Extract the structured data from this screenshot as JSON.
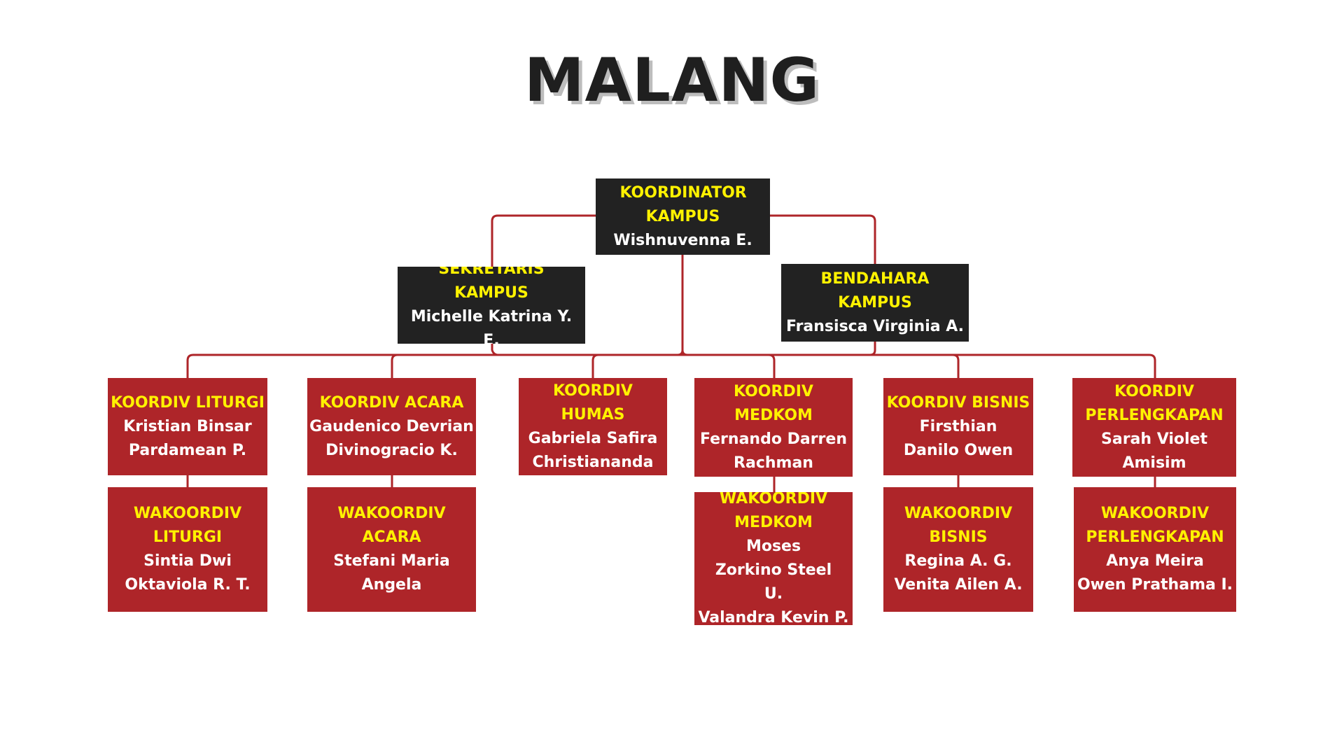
{
  "title": "MALANG",
  "colors": {
    "dark_box": "#222222",
    "red_box": "#ae2529",
    "role_text": "#fff200",
    "name_text": "#ffffff",
    "connector": "#ae2529"
  },
  "top": {
    "koordinator": {
      "role": "KOORDINATOR KAMPUS",
      "name": "Wishnuvenna E."
    },
    "sekretaris": {
      "role": "SEKRETARIS KAMPUS",
      "name": "Michelle Katrina Y. E."
    },
    "bendahara": {
      "role": "BENDAHARA KAMPUS",
      "name": "Fransisca Virginia A."
    }
  },
  "divisions": [
    {
      "koordiv": {
        "role": "KOORDIV LITURGI",
        "name": "Kristian Binsar Pardamean P."
      },
      "wakoordiv": {
        "role": "WAKOORDIV LITURGI",
        "name": "Sintia Dwi Oktaviola R. T."
      }
    },
    {
      "koordiv": {
        "role": "KOORDIV ACARA",
        "name": "Gaudenico Devrian Divinogracio K."
      },
      "wakoordiv": {
        "role": "WAKOORDIV ACARA",
        "name": "Stefani Maria Angela"
      }
    },
    {
      "koordiv": {
        "role": "KOORDIV HUMAS",
        "name": "Gabriela Safira Christiananda"
      }
    },
    {
      "koordiv": {
        "role": "KOORDIV MEDKOM",
        "name": "Fernando Darren Rachman"
      },
      "wakoordiv": {
        "role": "WAKOORDIV MEDKOM",
        "name": "Moses Zorkino Steel U.",
        "name2": "Valandra Kevin P."
      }
    },
    {
      "koordiv": {
        "role": "KOORDIV BISNIS",
        "name": "Firsthian Danilo Owen"
      },
      "wakoordiv": {
        "role": "WAKOORDIV BISNIS",
        "name": "Regina A. G.",
        "name2": "Venita Ailen A."
      }
    },
    {
      "koordiv": {
        "role": "KOORDIV PERLENGKAPAN",
        "name": "Sarah Violet Amisim"
      },
      "wakoordiv": {
        "role": "WAKOORDIV PERLENGKAPAN",
        "name": "Anya Meira",
        "name2": "Owen Prathama I."
      }
    }
  ]
}
